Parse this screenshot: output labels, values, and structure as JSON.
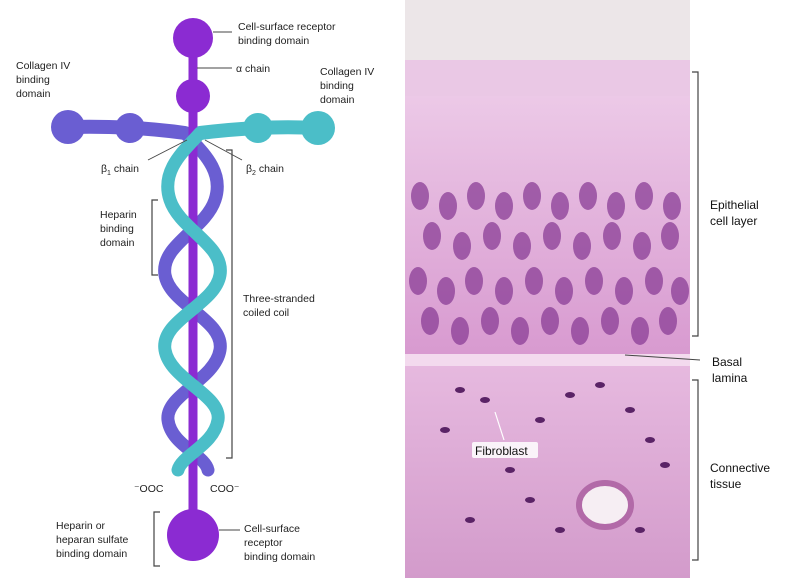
{
  "colors": {
    "alpha": "#8b2bd2",
    "alpha_dark": "#6a1fa6",
    "beta1": "#6a5ed2",
    "beta2": "#4bbec8",
    "bracket": "#444444",
    "tissue_light": "#f2ddef",
    "tissue_mid": "#c56cbb",
    "nucleus": "#8a3d95"
  },
  "diagram": {
    "labels": {
      "top_receptor": [
        "Cell-surface receptor",
        "binding domain"
      ],
      "alpha_chain": "α chain",
      "collagen_left": [
        "Collagen IV",
        "binding",
        "domain"
      ],
      "collagen_right": [
        "Collagen IV",
        "binding",
        "domain"
      ],
      "beta1_chain": "β",
      "beta1_sub": "1",
      "beta1_suffix": " chain",
      "beta2_chain": "β",
      "beta2_sub": "2",
      "beta2_suffix": " chain",
      "heparin": [
        "Heparin",
        "binding",
        "domain"
      ],
      "coil": [
        "Three-stranded",
        "coiled coil"
      ],
      "terminus_left": "⁻OOC",
      "terminus_right": "COO⁻",
      "bottom_left": [
        "Heparin or",
        "heparan sulfate",
        "binding domain"
      ],
      "bottom_right": [
        "Cell-surface",
        "receptor",
        "binding domain"
      ]
    }
  },
  "micrograph": {
    "labels": {
      "epithelial": [
        "Epithelial",
        "cell layer"
      ],
      "basal": [
        "Basal",
        "lamina"
      ],
      "connective": [
        "Connective",
        "tissue"
      ],
      "fibroblast": "Fibroblast"
    }
  }
}
